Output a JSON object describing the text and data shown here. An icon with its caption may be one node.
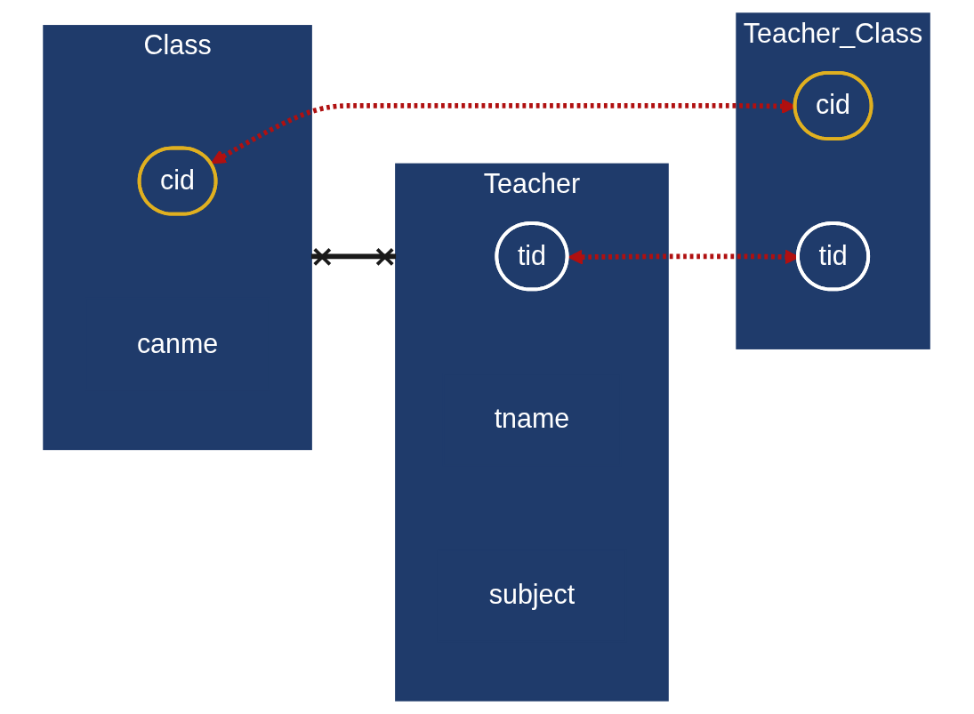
{
  "diagram": {
    "nodes": [
      {
        "text": [
          "Class"
        ]
      },
      {
        "text": [
          "cid"
        ],
        "in": 0
      },
      {
        "text": [
          "canme"
        ],
        "in": 0
      },
      {
        "text": [
          "Teacher"
        ]
      },
      {
        "text": [
          "tid"
        ],
        "in": 3
      },
      {
        "text": [
          "tname"
        ],
        "in": 3
      },
      {
        "text": [
          "subject"
        ],
        "in": 3
      },
      {
        "text": [
          "Teacher_Class"
        ]
      },
      {
        "text": [
          "cid"
        ],
        "in": 7
      },
      {
        "text": [
          "tid"
        ],
        "in": 7
      }
    ],
    "edges": [
      {
        "from": 0,
        "to": 3,
        "arrow": "other",
        "color": "#1a1a1a"
      },
      {
        "from": 1,
        "to": 8,
        "arrow": "both",
        "style": "dashed",
        "color": "#b01010"
      },
      {
        "from": 4,
        "to": 9,
        "arrow": "both",
        "style": "dashed",
        "color": "#b01010"
      }
    ]
  }
}
